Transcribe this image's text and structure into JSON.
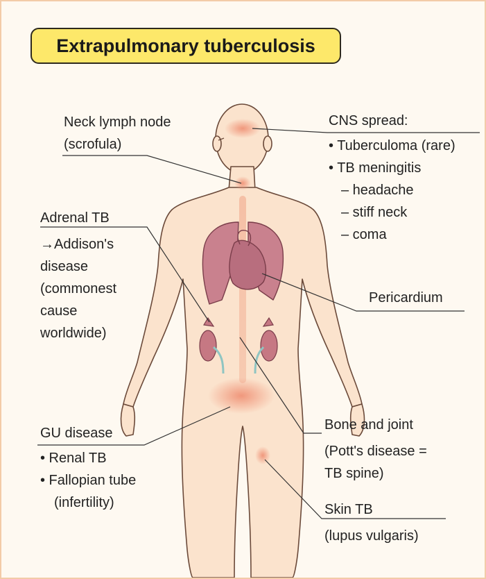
{
  "title": "Extrapulmonary tuberculosis",
  "colors": {
    "background": "#fef9f1",
    "frame_border": "#f3cba8",
    "title_fill": "#fde86a",
    "skin": "#fbe3cd",
    "skin_outline": "#6b4a3a",
    "organ": "#c9818e",
    "kidney": "#c67883",
    "lesion": "#ef8f73",
    "leader_line": "#333333"
  },
  "labels": {
    "neck_lymph": [
      "Neck lymph node",
      "(scrofula)"
    ],
    "cns": {
      "heading": "CNS spread:",
      "bullets": [
        "• Tuberculoma (rare)",
        "• TB meningitis"
      ],
      "sub_items": [
        "– headache",
        "– stiff neck",
        "– coma"
      ]
    },
    "adrenal": {
      "heading": "Adrenal TB",
      "lines": [
        "→Addison's",
        "disease",
        "(commonest",
        "cause",
        "worldwide)"
      ]
    },
    "pericardium": "Pericardium",
    "gu": {
      "heading": "GU disease",
      "bullets": [
        "• Renal TB",
        "• Fallopian tube"
      ],
      "continuation": "(infertility)"
    },
    "bone": {
      "heading": "Bone and joint",
      "lines": [
        "(Pott's disease =",
        "TB spine)"
      ]
    },
    "skin": {
      "heading": "Skin TB",
      "lines": [
        "(lupus vulgaris)"
      ]
    }
  }
}
